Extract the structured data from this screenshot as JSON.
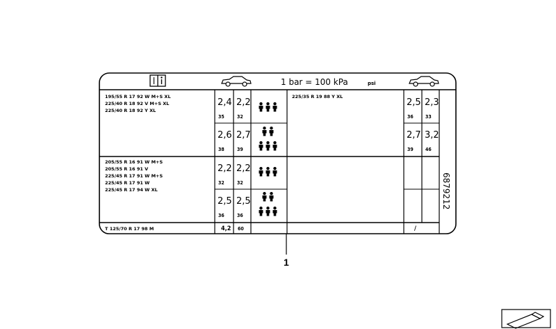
{
  "label": {
    "header": {
      "unit_conversion": "1 bar = 100 kPa",
      "psi_marker": "psi"
    },
    "part_number": "6879212",
    "left_rows": [
      {
        "tires": [
          "195/55 R 17 92 W M+S XL",
          "225/40 R 18 92 V M+S XL",
          "225/40 R 18 92 Y XL"
        ],
        "normal": {
          "front": "2,4",
          "rear": "2,2",
          "front_psi": "35",
          "rear_psi": "32"
        },
        "full": {
          "front": "2,6",
          "rear": "2,7",
          "front_psi": "38",
          "rear_psi": "39"
        }
      },
      {
        "tires": [
          "205/55 R 16 91 W M+S",
          "205/55 R 16 91 V",
          "225/45 R 17 91 W M+S",
          "225/45 R 17 91 W",
          "225/45 R 17 94 W XL"
        ],
        "normal": {
          "front": "2,2",
          "rear": "2,2",
          "front_psi": "32",
          "rear_psi": "32"
        },
        "full": {
          "front": "2,5",
          "rear": "2,5",
          "front_psi": "36",
          "rear_psi": "36"
        }
      }
    ],
    "right_rows": [
      {
        "tires": [
          "225/35 R 19 88 Y XL"
        ],
        "normal": {
          "front": "2,5",
          "rear": "2,3",
          "front_psi": "36",
          "rear_psi": "33"
        },
        "full": {
          "front": "2,7",
          "rear": "3,2",
          "front_psi": "39",
          "rear_psi": "46"
        }
      }
    ],
    "spare": {
      "tire": "T 125/70 R 17 98 M",
      "pressure": "4,2",
      "psi": "60",
      "right_mark": "/"
    }
  },
  "callout_number": "1",
  "icons": [
    "manual-book-icon",
    "car-side-icon",
    "passengers-three-icon",
    "passengers-five-icon",
    "car-side-icon",
    "next-arrow-icon"
  ]
}
